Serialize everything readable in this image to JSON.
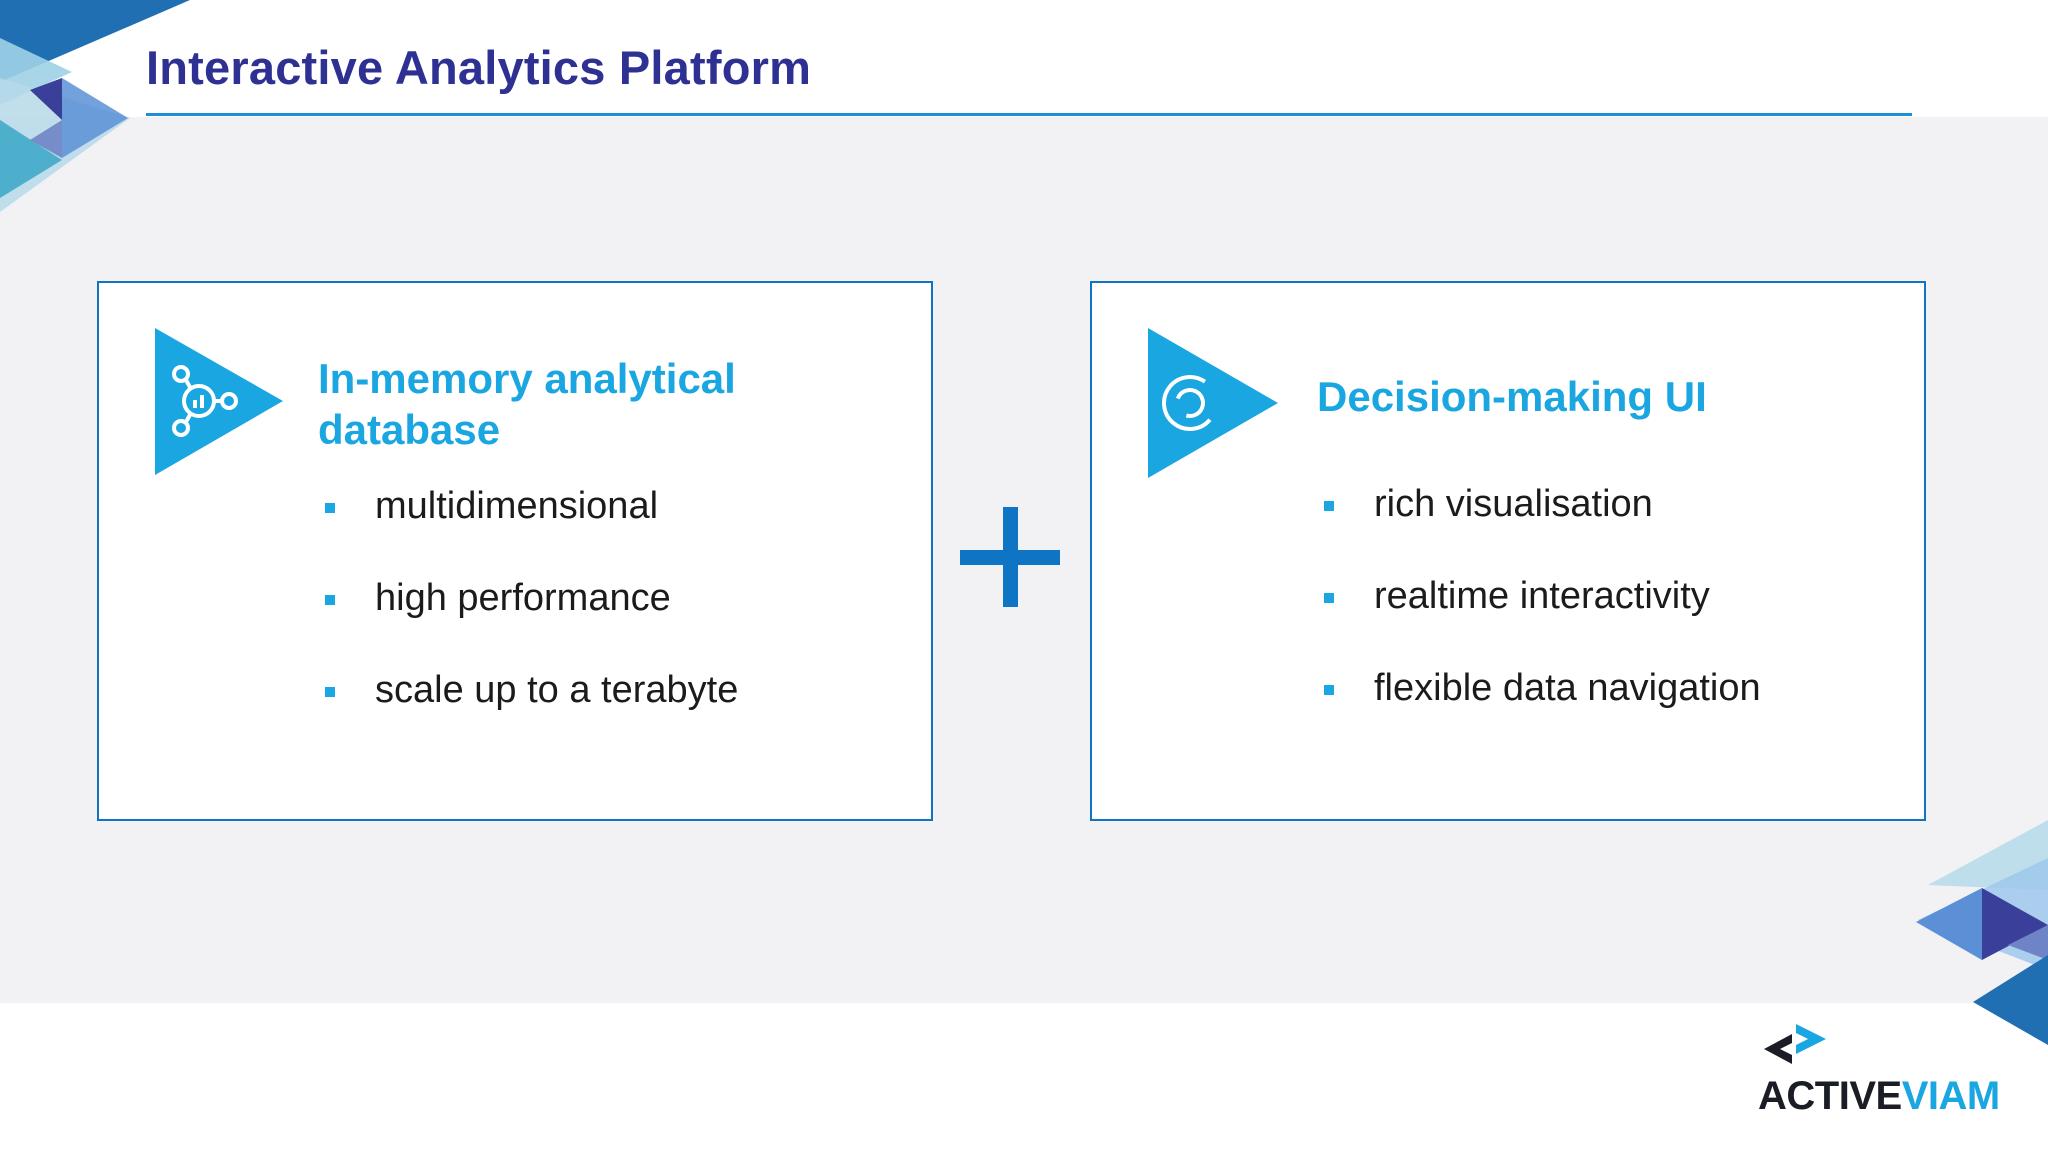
{
  "slide": {
    "title": "Interactive Analytics Platform",
    "accent_color": "#1aa6e1",
    "title_color": "#2e3192"
  },
  "cards": [
    {
      "icon": "network-graph-icon",
      "heading_line1": "In-memory analytical",
      "heading_line2": "database",
      "bullets": [
        "multidimensional",
        "high performance",
        "scale up to a terabyte"
      ]
    },
    {
      "icon": "circular-refresh-icon",
      "heading_line1": "Decision-making UI",
      "bullets": [
        "rich visualisation",
        "realtime interactivity",
        "flexible data navigation"
      ]
    }
  ],
  "connector": {
    "icon": "plus-icon",
    "color": "#0f74c4"
  },
  "logo": {
    "part1": "ACTIVE",
    "part2": "VIAM"
  }
}
